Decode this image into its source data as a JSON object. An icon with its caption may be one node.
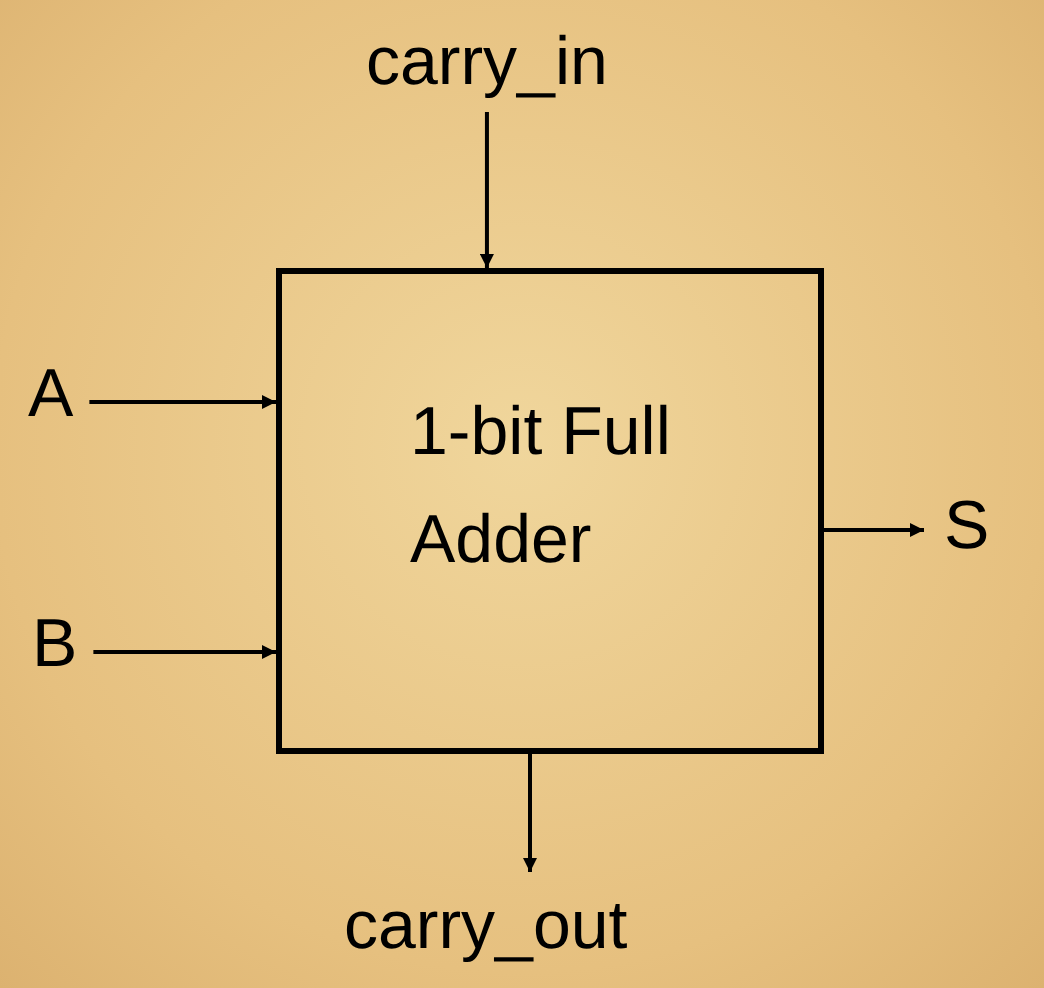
{
  "diagram": {
    "nodes": [
      {
        "text": [
          "carry_in"
        ]
      },
      {
        "text": [
          "1-bit Full Adder"
        ]
      },
      {
        "text": [
          "A"
        ]
      },
      {
        "text": [
          "B"
        ]
      },
      {
        "text": [
          "S"
        ]
      },
      {
        "text": [
          "carry_out"
        ]
      }
    ],
    "edges": [
      {
        "from": 0,
        "to": 1,
        "arrow": "to"
      },
      {
        "from": 2,
        "to": 1,
        "arrow": "to"
      },
      {
        "from": 3,
        "to": 1,
        "arrow": "to"
      },
      {
        "from": 1,
        "to": 4,
        "arrow": "to"
      },
      {
        "from": 1,
        "to": 5,
        "arrow": "to"
      }
    ]
  }
}
